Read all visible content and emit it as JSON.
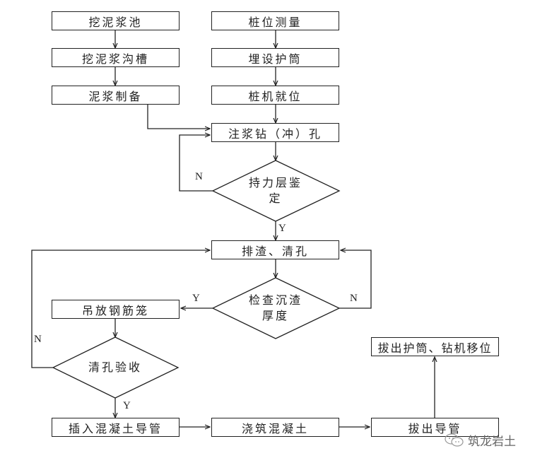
{
  "flowchart": {
    "nodes": {
      "dig_pool": "挖泥浆池",
      "dig_trench": "挖泥浆沟槽",
      "mud_prep": "泥浆制备",
      "pile_survey": "桩位测量",
      "bury_casing": "埋设护筒",
      "rig_position": "桩机就位",
      "grout_drill": "注浆钻（冲）孔",
      "bearing_check_line1": "持力层鉴",
      "bearing_check_line2": "定",
      "slag_clean": "排渣、清孔",
      "sediment_check_line1": "检查沉渣",
      "sediment_check_line2": "厚度",
      "lower_cage": "吊放钢筋笼",
      "clean_accept": "清孔验收",
      "insert_tremie": "插入混凝土导管",
      "pour_concrete": "浇筑混凝土",
      "pull_tremie": "拔出导管",
      "pull_casing_move": "拔出护筒、钻机移位"
    },
    "edge_labels": {
      "bearing_no": "N",
      "bearing_yes": "Y",
      "sediment_yes": "Y",
      "sediment_no": "N",
      "accept_no": "N",
      "accept_yes": "Y"
    },
    "edges": [
      [
        "dig_pool",
        "dig_trench"
      ],
      [
        "dig_trench",
        "mud_prep"
      ],
      [
        "mud_prep",
        "grout_drill"
      ],
      [
        "pile_survey",
        "bury_casing"
      ],
      [
        "bury_casing",
        "rig_position"
      ],
      [
        "rig_position",
        "grout_drill"
      ],
      [
        "grout_drill",
        "bearing_check"
      ],
      [
        "bearing_check",
        "grout_drill",
        "N"
      ],
      [
        "bearing_check",
        "slag_clean",
        "Y"
      ],
      [
        "slag_clean",
        "sediment_check"
      ],
      [
        "sediment_check",
        "slag_clean",
        "N"
      ],
      [
        "sediment_check",
        "lower_cage",
        "Y"
      ],
      [
        "lower_cage",
        "clean_accept"
      ],
      [
        "clean_accept",
        "slag_clean",
        "N"
      ],
      [
        "clean_accept",
        "insert_tremie",
        "Y"
      ],
      [
        "insert_tremie",
        "pour_concrete"
      ],
      [
        "pour_concrete",
        "pull_tremie"
      ],
      [
        "pull_tremie",
        "pull_casing_move"
      ]
    ]
  },
  "watermark": {
    "icon": "wechat-icon",
    "text": "筑龙岩土"
  }
}
